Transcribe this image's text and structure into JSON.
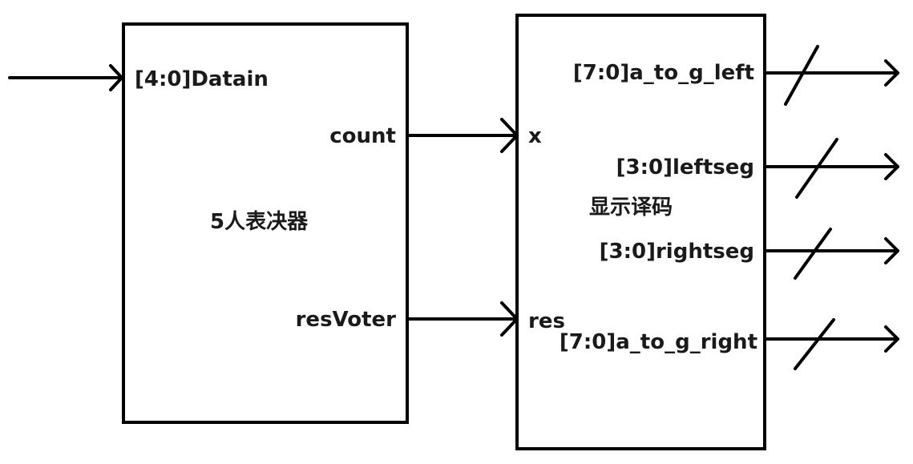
{
  "voter_block": {
    "title": "5人表决器",
    "input_port": "[4:0]Datain",
    "output_count": "count",
    "output_res": "resVoter"
  },
  "decoder_block": {
    "title": "显示译码",
    "input_x": "x",
    "input_res": "res",
    "outputs": [
      "[7:0]a_to_g_left",
      "[3:0]leftseg",
      "[3:0]rightseg",
      "[7:0]a_to_g_right"
    ]
  },
  "style": {
    "stroke": "#000000",
    "text": "#1a1a1a",
    "background": "#ffffff"
  }
}
